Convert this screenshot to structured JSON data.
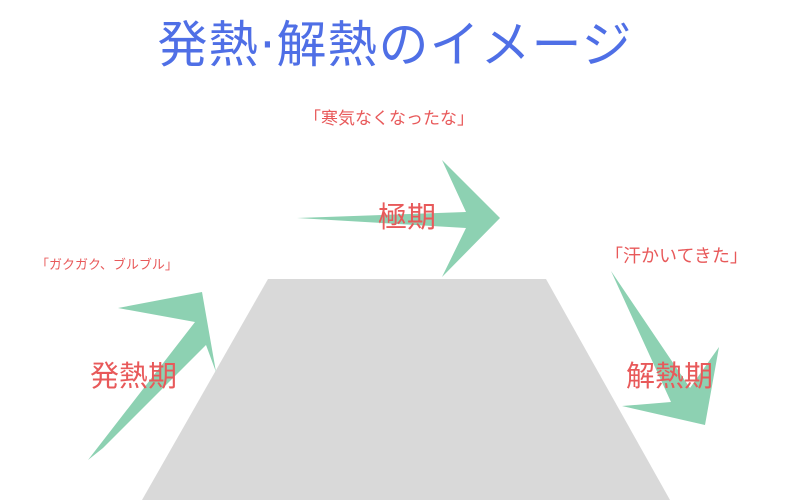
{
  "title": "発熱·解熱のイメージ",
  "phases": {
    "onset": "発熱期",
    "peak": "極期",
    "relief": "解熱期"
  },
  "quotes": {
    "onset": "「ガクガク、ブルブル」",
    "peak": "「寒気なくなったな」",
    "relief": "「汗かいてきた」"
  },
  "colors": {
    "title": "#4f6fe6",
    "label": "#e8595a",
    "arrow": "#8dd1b2",
    "trapezoid": "#d9d9d9"
  }
}
